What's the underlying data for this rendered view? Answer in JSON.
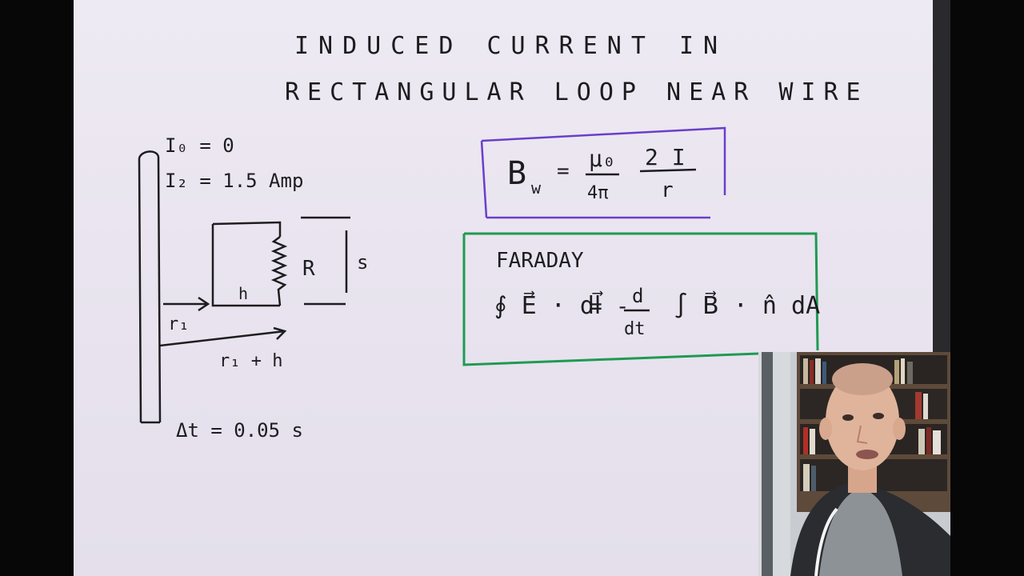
{
  "title_line1": "INDUCED CURRENT IN",
  "title_line2": "RECTANGULAR LOOP NEAR WIRE",
  "diagram": {
    "i0": "I₀ = 0",
    "i2": "I₂ = 1.5 Amp",
    "loop_r": "R",
    "loop_s": "s",
    "loop_h": "h",
    "r1": "r₁",
    "r1_plus_h": "r₁ + h",
    "delta_t": "Δt = 0.05 s"
  },
  "bw_box": {
    "lhs": "B",
    "lhs_sub": "w",
    "eq": "=",
    "mu": "μ₀",
    "four_pi": "4π",
    "num": "2 I",
    "den": "r",
    "border_color": "#6a3fc8"
  },
  "faraday_box": {
    "label": "FARADAY",
    "lhs": "∮ E⃗ · dl⃗",
    "eq": "= -",
    "d": "d",
    "dt": "dt",
    "rhs": "∫ B⃗ · n̂ dA",
    "border_color": "#1f9a52"
  }
}
